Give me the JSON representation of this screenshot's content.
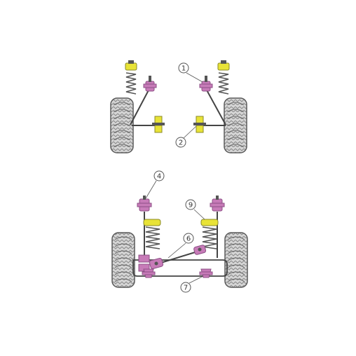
{
  "callouts": [
    {
      "id": "1",
      "label": "1"
    },
    {
      "id": "2",
      "label": "2"
    },
    {
      "id": "4",
      "label": "4"
    },
    {
      "id": "6",
      "label": "6"
    },
    {
      "id": "7",
      "label": "7"
    },
    {
      "id": "9",
      "label": "9"
    }
  ],
  "colors": {
    "bush": "#c77bb8",
    "bush_dark": "#8d4f86",
    "bump": "#e8e337",
    "tyre": "#d8d8d8",
    "tyre_edge": "#5a5a5a",
    "spring": "#555555",
    "line": "#444444",
    "callout_ring": "#555555"
  },
  "icons": [
    "tyre-icon",
    "spring-icon",
    "bump-stop-icon",
    "bush-icon"
  ]
}
